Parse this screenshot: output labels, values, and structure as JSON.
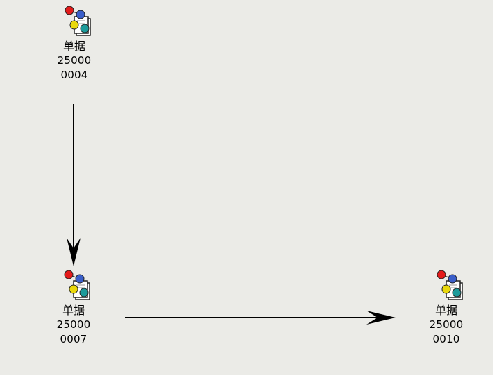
{
  "nodes": [
    {
      "title": "单据",
      "code_line1": "25000",
      "code_line2": "0004"
    },
    {
      "title": "单据",
      "code_line1": "25000",
      "code_line2": "0007"
    },
    {
      "title": "单据",
      "code_line1": "25000",
      "code_line2": "0010"
    }
  ],
  "edges": [
    {
      "from": "25000 0004",
      "to": "25000 0007",
      "direction": "down"
    },
    {
      "from": "25000 0007",
      "to": "25000 0010",
      "direction": "right"
    }
  ],
  "icon": "document-workflow-icon",
  "colors": {
    "canvas_background": "#ebebe7",
    "arrow": "#000000",
    "icon_red": "#e31b1b",
    "icon_blue": "#3a5ec9",
    "icon_yellow": "#e9d80b",
    "icon_teal": "#1c9a9a"
  }
}
